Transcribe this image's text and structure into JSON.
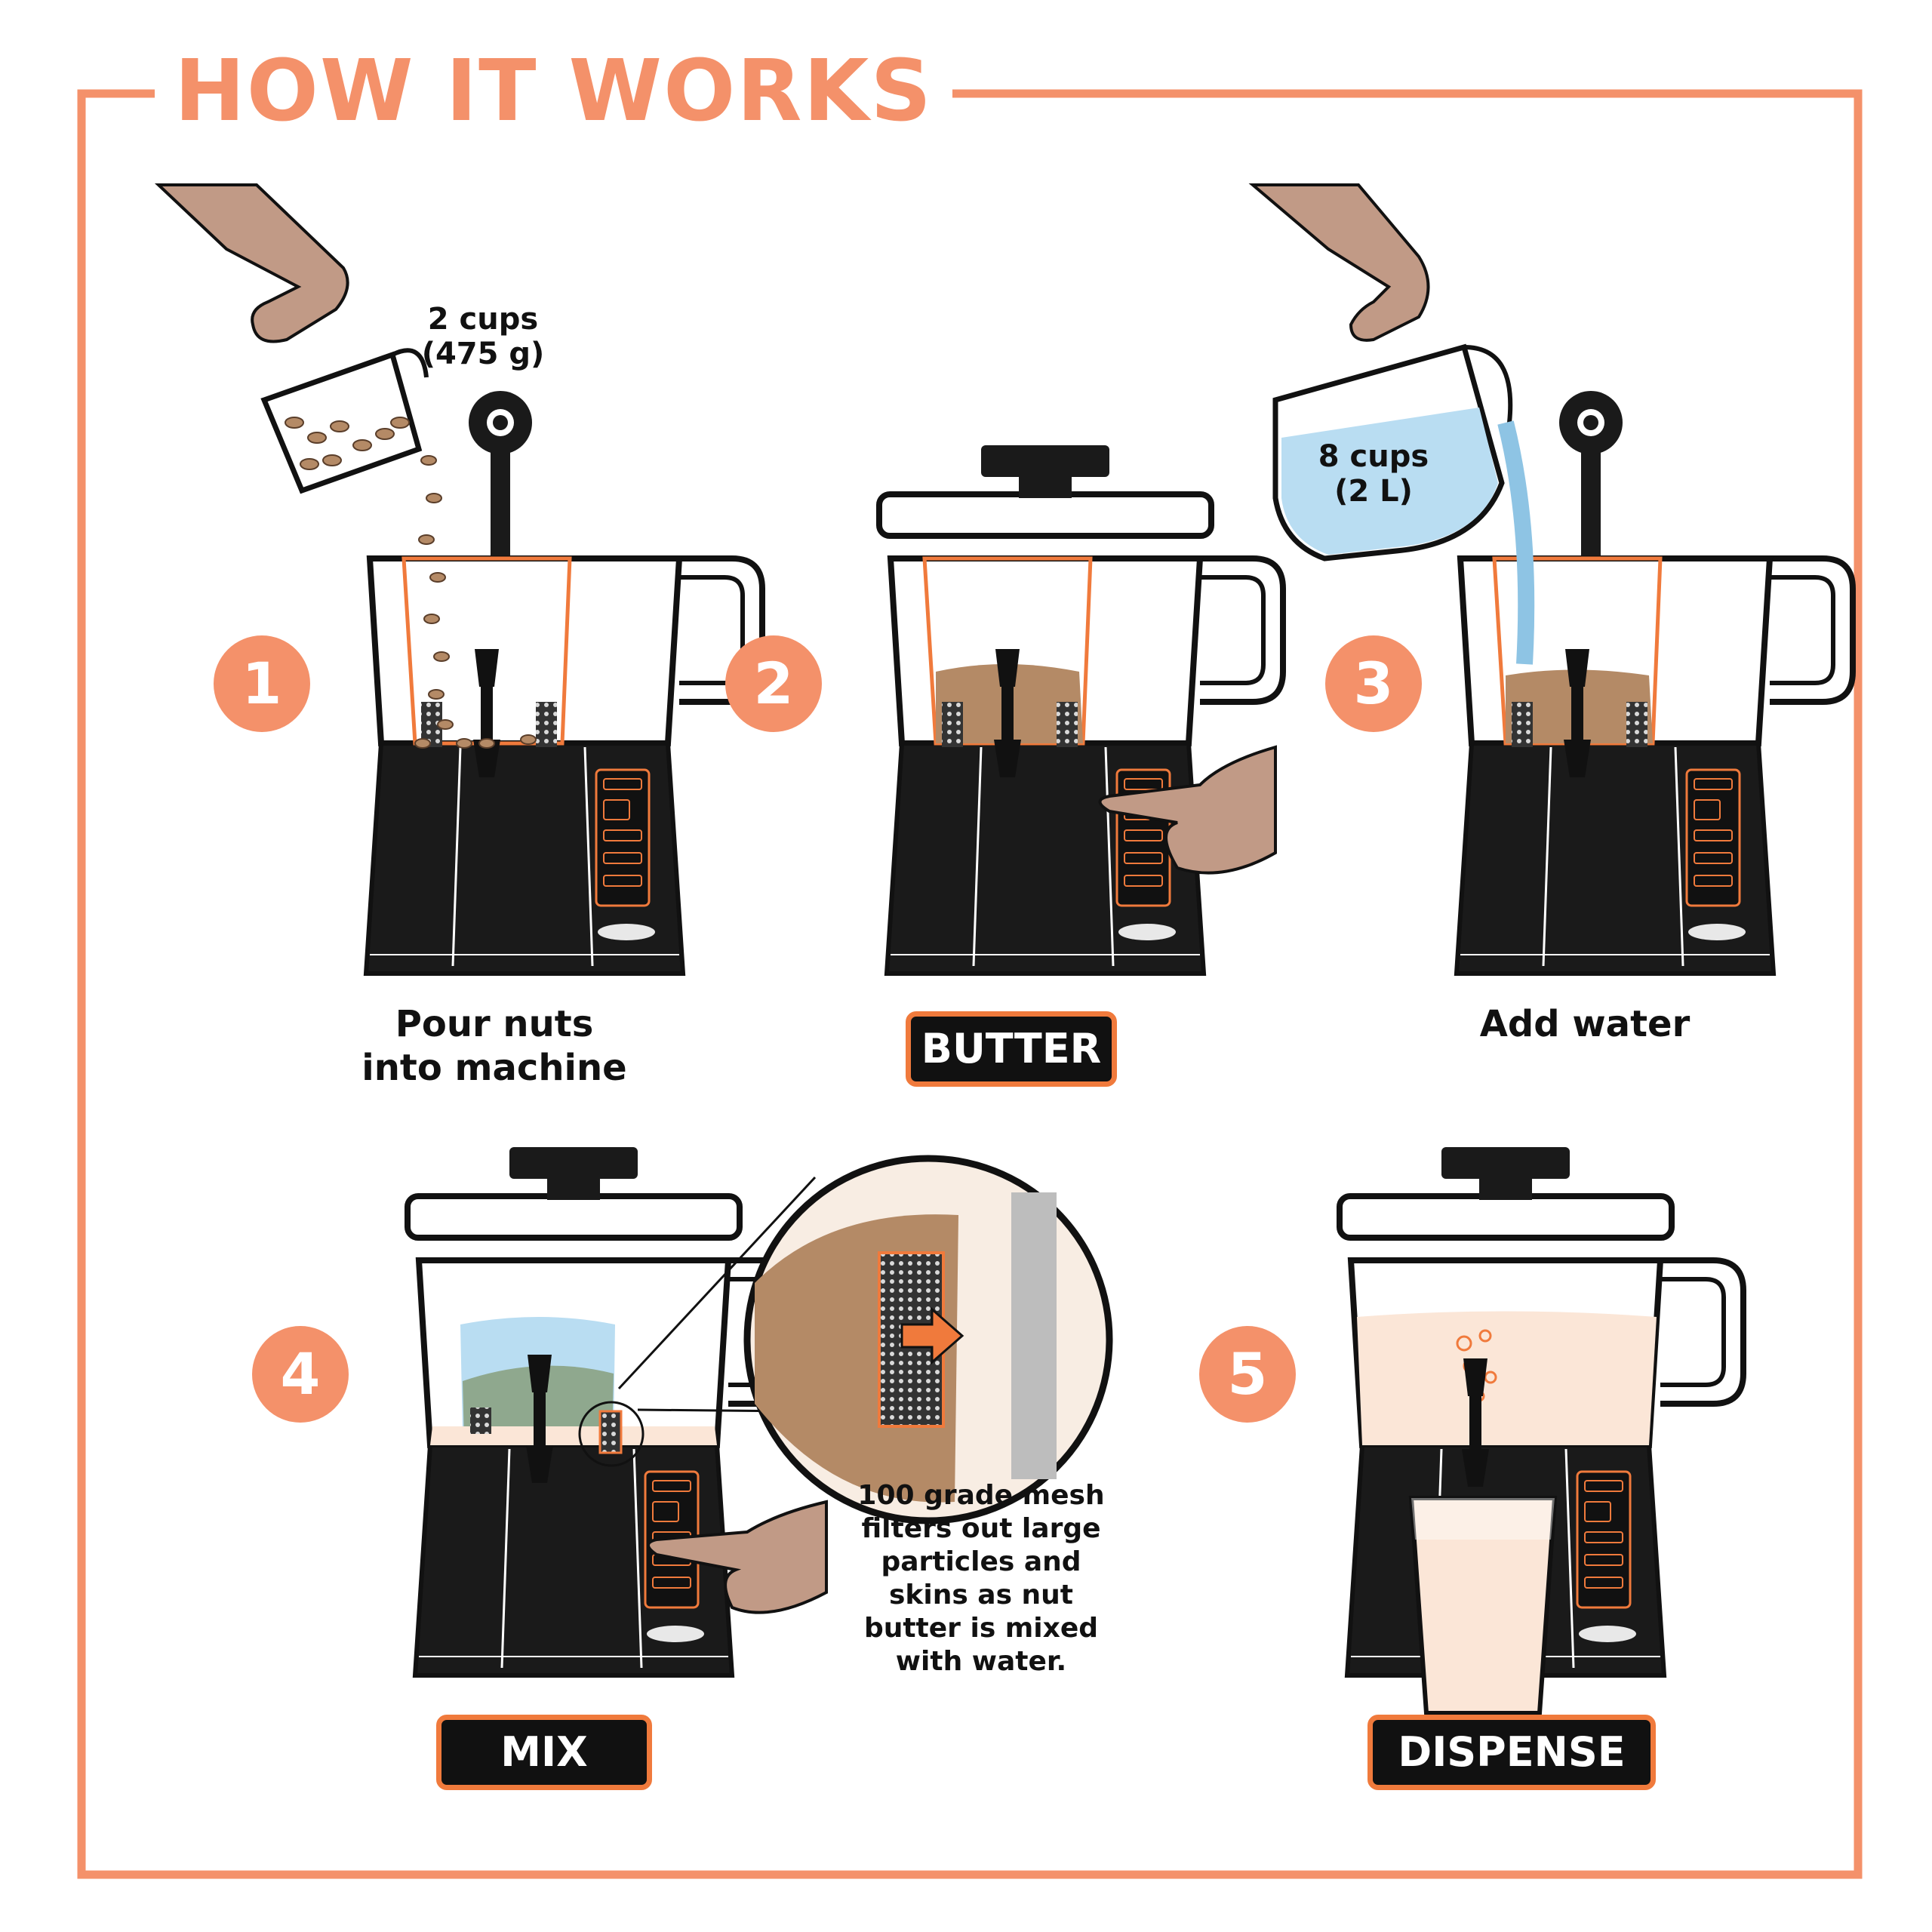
{
  "header": {
    "title": "HOW IT WORKS"
  },
  "colors": {
    "accent": "#F4916A",
    "button_border": "#F07A3C",
    "machine": "#1a1a1a",
    "nut_paste": "#B48A66",
    "water": "#B9DDF2",
    "milk": "#FBE6D7"
  },
  "steps": [
    {
      "number": "1",
      "caption_line1": "Pour nuts",
      "caption_line2": "into machine",
      "amount_line1": "2 cups",
      "amount_line2": "(475 g)"
    },
    {
      "number": "2",
      "button": "BUTTER"
    },
    {
      "number": "3",
      "caption": "Add water",
      "amount_line1": "8 cups",
      "amount_line2": "(2 L)"
    },
    {
      "number": "4",
      "button": "MIX"
    },
    {
      "number": "5",
      "button": "DISPENSE"
    }
  ],
  "mesh_note": [
    "100 grade mesh",
    "filters out large",
    "particles and",
    "skins as nut",
    "butter is mixed",
    "with water."
  ],
  "icons": [
    "hand-icon",
    "measuring-cup-icon",
    "water-pitcher-icon",
    "pointing-finger-icon",
    "glass-icon",
    "magnifier-icon",
    "arrow-icon"
  ]
}
